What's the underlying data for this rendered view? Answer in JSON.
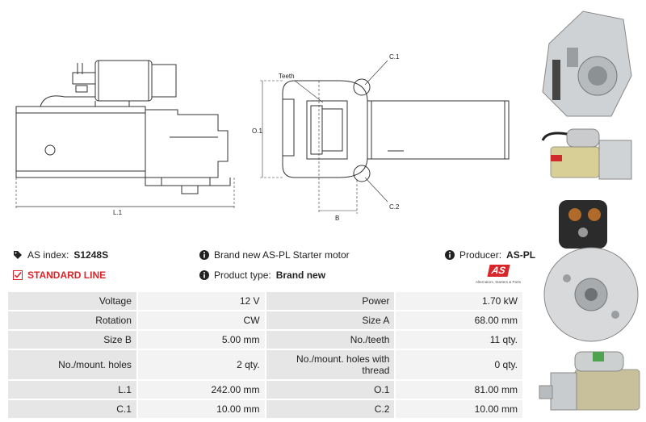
{
  "drawing_labels": {
    "length": "L.1",
    "teeth": "Teeth",
    "c1": "C.1",
    "o1": "O.1",
    "c2": "C.2",
    "b": "B"
  },
  "info": {
    "as_index_label": "AS index:",
    "as_index_value": "S1248S",
    "description": "Brand new AS-PL Starter motor",
    "producer_label": "Producer:",
    "producer_value": "AS-PL",
    "standard_line": "STANDARD LINE",
    "product_type_label": "Product type:",
    "product_type_value": "Brand new",
    "logo_text": "AS",
    "logo_subtext": "Alternators, Starters & Parts"
  },
  "spec_rows": [
    {
      "l1": "Voltage",
      "v1": "12 V",
      "l2": "Power",
      "v2": "1.70 kW"
    },
    {
      "l1": "Rotation",
      "v1": "CW",
      "l2": "Size A",
      "v2": "68.00 mm"
    },
    {
      "l1": "Size B",
      "v1": "5.00 mm",
      "l2": "No./teeth",
      "v2": "11 qty."
    },
    {
      "l1": "No./mount. holes",
      "v1": "2 qty.",
      "l2": "No./mount. holes with thread",
      "v2": "0 qty."
    },
    {
      "l1": "L.1",
      "v1": "242.00 mm",
      "l2": "O.1",
      "v2": "81.00 mm"
    },
    {
      "l1": "C.1",
      "v1": "10.00 mm",
      "l2": "C.2",
      "v2": "10.00 mm"
    }
  ],
  "colors": {
    "accent_red": "#d9262a",
    "label_bg": "#e6e6e6",
    "value_bg": "#f3f3f3"
  }
}
